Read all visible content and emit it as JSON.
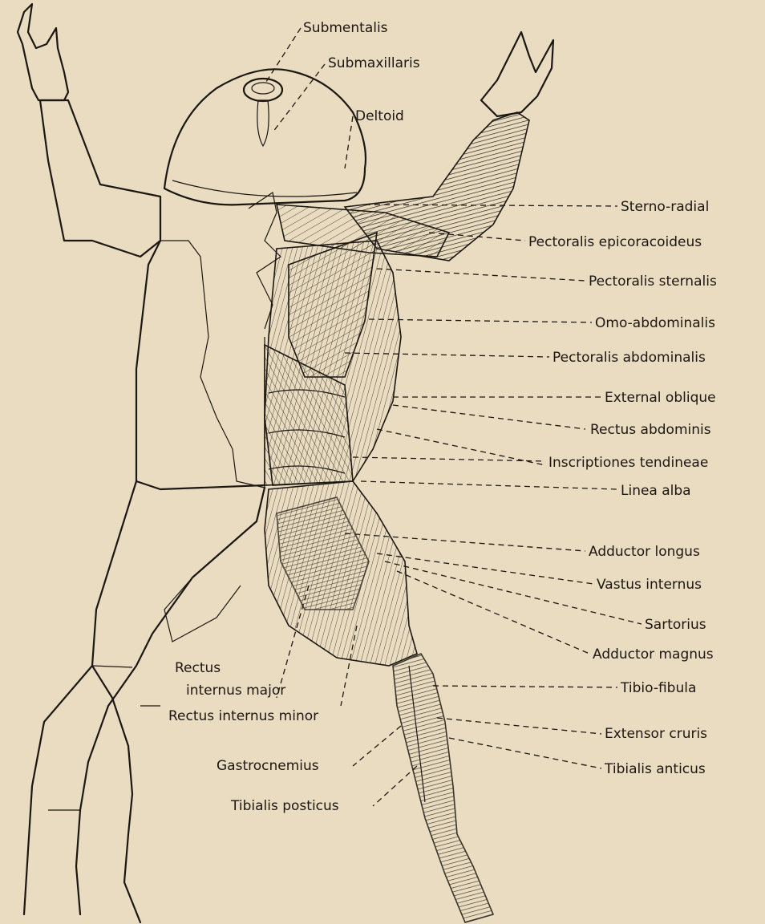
{
  "colors": {
    "paper": "#e9dcc0",
    "ink": "#1b1712",
    "muscle_fill": "#d9c9a6",
    "dark_muscle": "#5a4e3c"
  },
  "labels": {
    "submentalis": "Submentalis",
    "submaxillaris": "Submaxillaris",
    "deltoid": "Deltoid",
    "sterno_radial": "Sterno-radial",
    "pectoralis_epicoracoideus": "Pectoralis epicoracoideus",
    "pectoralis_sternalis": "Pectoralis sternalis",
    "omo_abdominalis": "Omo-abdominalis",
    "pectoralis_abdominalis": "Pectoralis abdominalis",
    "external_oblique": "External oblique",
    "rectus_abdominis": "Rectus abdominis",
    "inscriptiones_tendineae": "Inscriptiones tendineae",
    "linea_alba": "Linea alba",
    "adductor_longus": "Adductor longus",
    "vastus_internus": "Vastus internus",
    "sartorius": "Sartorius",
    "adductor_magnus": "Adductor magnus",
    "rectus_internus_major_1": "Rectus",
    "rectus_internus_major_2": "internus major",
    "rectus_internus_minor": "Rectus internus minor",
    "tibio_fibula": "Tibio-fibula",
    "extensor_cruris": "Extensor cruris",
    "gastrocnemius": "Gastrocnemius",
    "tibialis_anticus": "Tibialis anticus",
    "tibialis_posticus": "Tibialis posticus"
  }
}
